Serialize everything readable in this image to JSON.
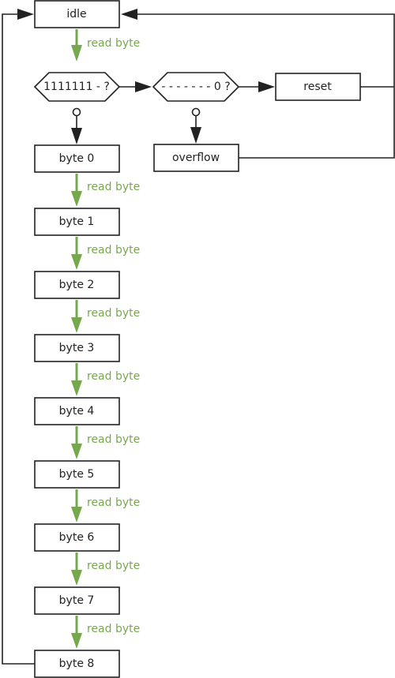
{
  "nodes": {
    "idle": "idle",
    "check_ones": "1111111 - ?",
    "check_zero": "- - - - - - - 0 ?",
    "reset": "reset",
    "overflow": "overflow",
    "byte0": "byte 0",
    "byte1": "byte 1",
    "byte2": "byte 2",
    "byte3": "byte 3",
    "byte4": "byte 4",
    "byte5": "byte 5",
    "byte6": "byte 6",
    "byte7": "byte 7",
    "byte8": "byte 8"
  },
  "edge_label": "read byte",
  "colors": {
    "transition": "#77a84e",
    "stroke": "#222222",
    "background": "#ffffff"
  }
}
